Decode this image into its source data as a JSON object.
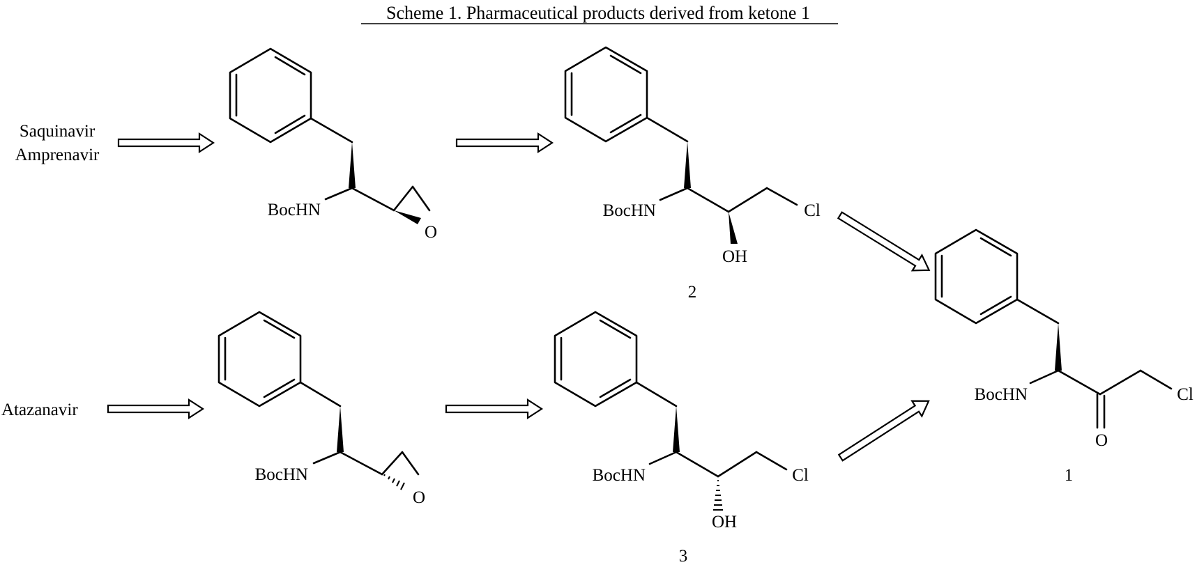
{
  "title": "Scheme 1. Pharmaceutical products derived from ketone 1",
  "drugs": {
    "saquinavir": "Saquinavir",
    "amprenavir": "Amprenavir",
    "atazanavir": "Atazanavir"
  },
  "atoms": {
    "bochn": "BocHN",
    "o": "O",
    "oh": "OH",
    "cl": "Cl"
  },
  "compound_numbers": {
    "c1": "1",
    "c2": "2",
    "c3": "3"
  }
}
